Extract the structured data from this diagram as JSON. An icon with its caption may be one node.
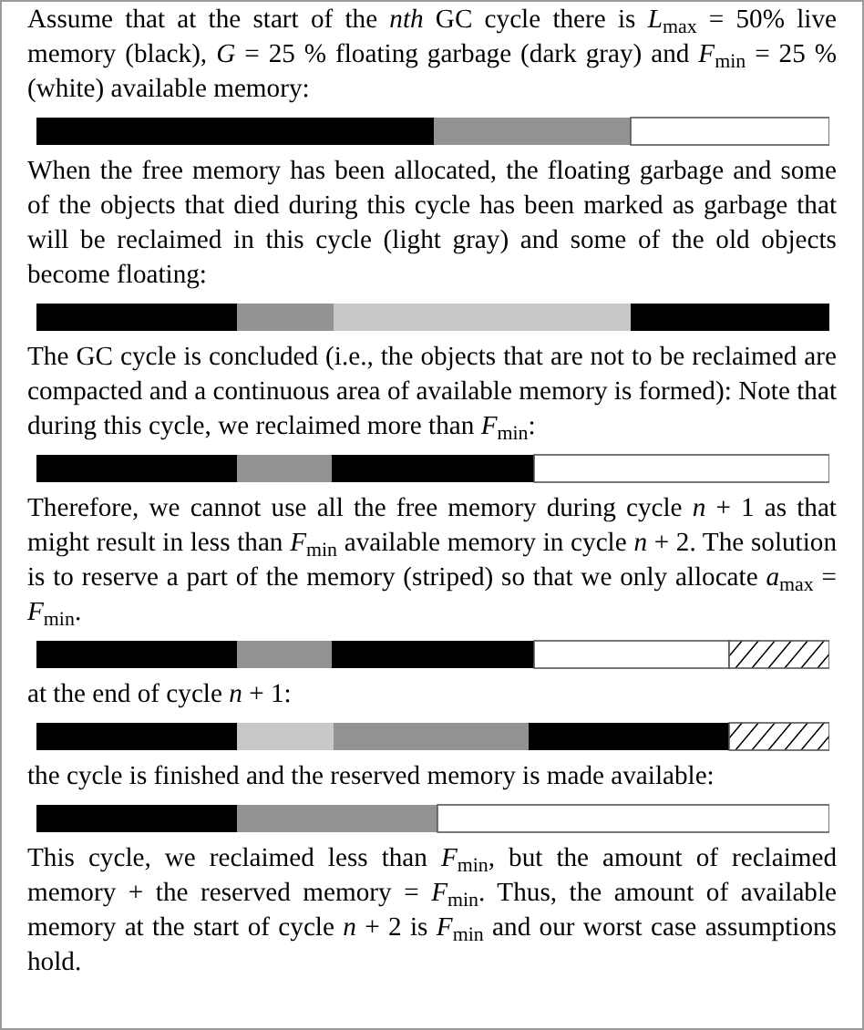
{
  "diagram": {
    "labels": [
      "Assume that at the start of the *nth* GC cycle there is *L*$_{max}$ = 50% live memory (black), *G* = 25 % floating garbage (dark gray) and *F*$_{min}$ = 25 % (white) available memory:",
      "When the free memory has been allocated, the floating garbage and some of the objects that died during this cycle has been marked as garbage that will be reclaimed in this cycle (light gray) and some of the old objects become floating:",
      "The GC cycle is concluded (i.e., the objects that are not to be reclaimed are compacted and a continuous area of available memory is formed): Note that during this cycle, we reclaimed more than *F*$_{min}$:",
      "Therefore, we cannot use all the free memory during cycle *n* + 1 as that might result in less than *F*$_{min}$ available memory in cycle *n* + 2. The solution is to reserve a part of the memory (striped) so that we only allocate *a*$_{max}$ = *F*$_{min}$.",
      "at the end of cycle *n* + 1:",
      "the cycle is finished and the reserved memory is made available:",
      "This cycle, we reclaimed less than *F*$_{min}$, but the amount of reclaimed memory + the reserved memory = *F*$_{min}$. Thus, the amount of available memory at the start of cycle *n* + 2 is *F*$_{min}$ and our worst case assumptions hold."
    ]
  }
}
